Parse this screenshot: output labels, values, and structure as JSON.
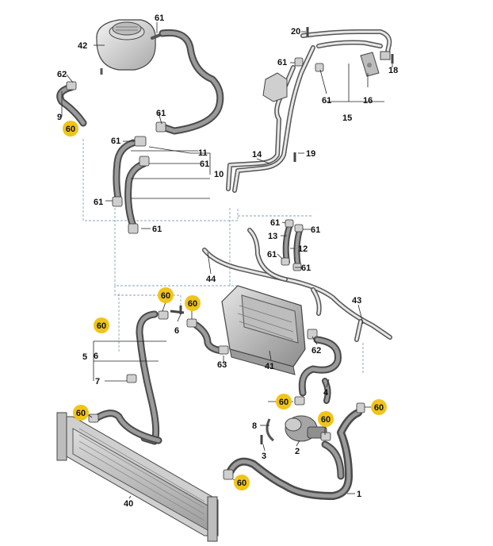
{
  "labels": {
    "p1": "1",
    "p2": "2",
    "p3": "3",
    "p4": "4",
    "p5": "5",
    "p6a": "6",
    "p6b": "6",
    "p7": "7",
    "p8": "8",
    "p9": "9",
    "p10": "10",
    "p11": "11",
    "p12": "12",
    "p13": "13",
    "p14": "14",
    "p15": "15",
    "p16": "16",
    "p18": "18",
    "p19": "19",
    "p20": "20",
    "p40": "40",
    "p41": "41",
    "p42": "42",
    "p43": "43",
    "p44": "44",
    "p61a": "61",
    "p61b": "61",
    "p61c": "61",
    "p61d": "61",
    "p61e": "61",
    "p61f": "61",
    "p61g": "61",
    "p61h": "61",
    "p61i": "61",
    "p61j": "61",
    "p61k": "61",
    "p61l": "61",
    "p62a": "62",
    "p62b": "62",
    "p63": "63"
  },
  "badges": {
    "b60a": "60",
    "b60b": "60",
    "b60c": "60",
    "b60d": "60",
    "b60e": "60",
    "b60f": "60",
    "b60g": "60",
    "b60h": "60",
    "b60i": "60"
  },
  "colors": {
    "badge_fill": "#f0c419",
    "clamp_fill": "#e8b820",
    "dash_line": "#8aa0b8"
  }
}
